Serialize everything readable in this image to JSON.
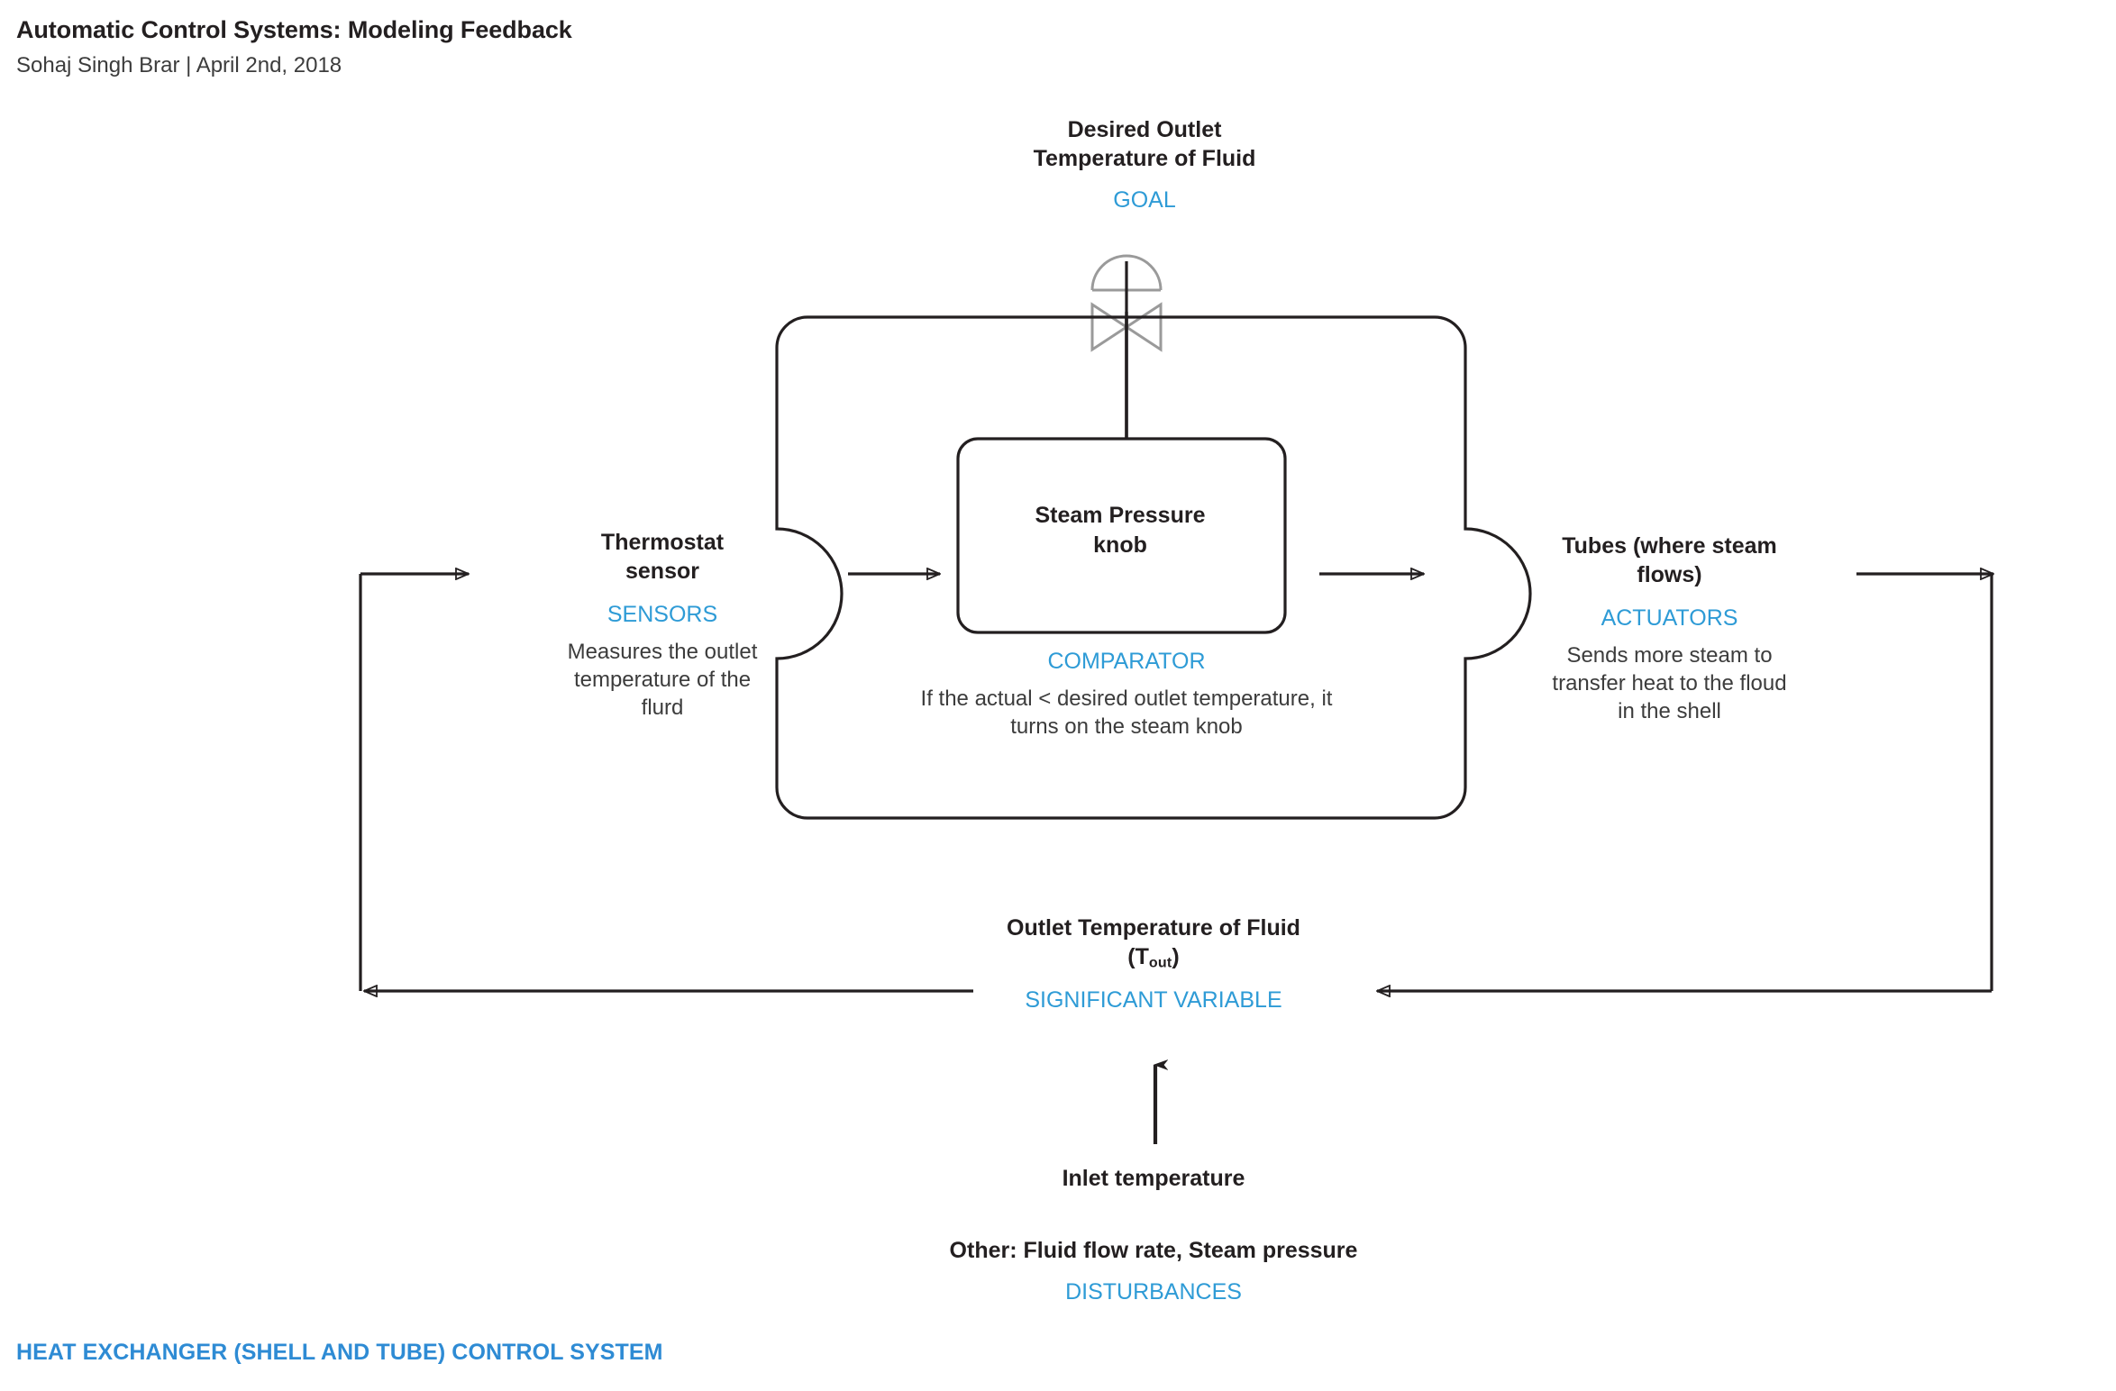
{
  "header": {
    "title": "Automatic Control Systems: Modeling Feedback",
    "byline": "Sohaj Singh Brar | April 2nd, 2018"
  },
  "diagram": {
    "goal": {
      "title_line1": "Desired Outlet",
      "title_line2": "Temperature of Fluid",
      "role": "GOAL",
      "icon": "control-valve-icon"
    },
    "sensors": {
      "title_line1": "Thermostat",
      "title_line2": "sensor",
      "role": "SENSORS",
      "desc_line1": "Measures the outlet",
      "desc_line2": "temperature of the",
      "desc_line3": "flurd"
    },
    "comparator": {
      "box_label_line1": "Steam Pressure",
      "box_label_line2": "knob",
      "role": "COMPARATOR",
      "desc_line1": "If the actual < desired outlet temperature, it",
      "desc_line2": "turns on the steam knob"
    },
    "actuators": {
      "title_line1": "Tubes (where steam",
      "title_line2": "flows)",
      "role": "ACTUATORS",
      "desc_line1": "Sends more steam to",
      "desc_line2": "transfer heat to the floud",
      "desc_line3": "in the shell"
    },
    "significant_variable": {
      "title_line1": "Outlet Temperature of Fluid",
      "title_line2_pre": "(T",
      "title_line2_sub": "out",
      "title_line2_post": ")",
      "role": "SIGNIFICANT VARIABLE"
    },
    "disturbances": {
      "inlet": "Inlet temperature",
      "other": "Other: Fluid flow rate, Steam pressure",
      "role": "DISTURBANCES"
    }
  },
  "footer": {
    "caption": "HEAT EXCHANGER (SHELL AND TUBE) CONTROL SYSTEM"
  },
  "colors": {
    "accent_blue": "#2e9bd6",
    "footer_blue": "#2e8bd4",
    "ink": "#231f20",
    "body_text": "#3c3c3c",
    "valve_grey": "#9a9a9a",
    "background": "#ffffff"
  }
}
